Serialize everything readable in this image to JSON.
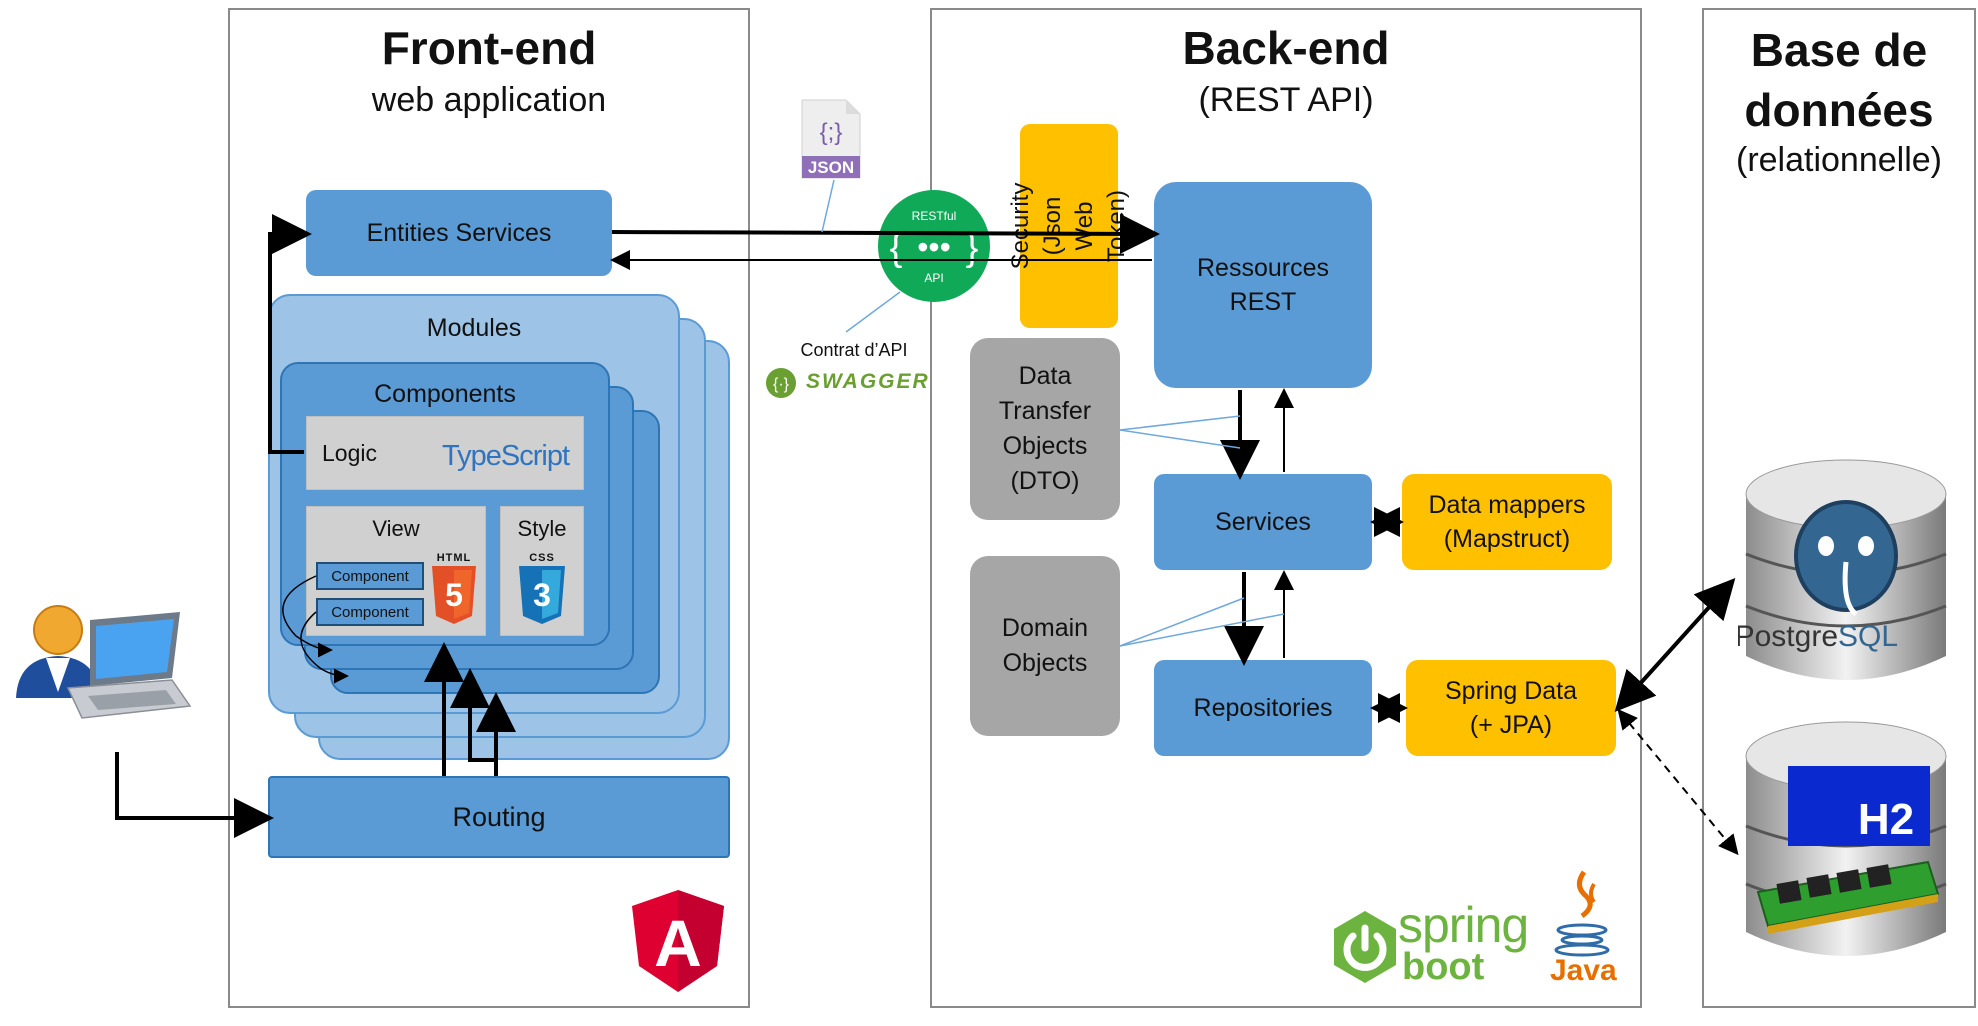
{
  "frontend": {
    "title": "Front-end",
    "subtitle": "web application",
    "entities_services": "Entities Services",
    "modules": "Modules",
    "components": "Components",
    "logic": "Logic",
    "typescript": "TypeScript",
    "view": "View",
    "style": "Style",
    "component_1": "Component",
    "component_2": "Component",
    "html_badge": "HTML",
    "html_number": "5",
    "css_badge": "CSS",
    "css_number": "3",
    "routing": "Routing",
    "angular_letter": "A"
  },
  "middle": {
    "json_glyph": "{;}",
    "json_label": "JSON",
    "restful_top": "RESTful",
    "restful_dots": "•••",
    "restful_bottom": "API",
    "contrat": "Contrat d’API",
    "swagger": "SWAGGER"
  },
  "backend": {
    "title": "Back-end",
    "subtitle": "(REST API)",
    "security": "Security (Json Web Token)",
    "ressources_line1": "Ressources",
    "ressources_line2": "REST",
    "dto_line1": "Data",
    "dto_line2": "Transfer",
    "dto_line3": "Objects",
    "dto_line4": "(DTO)",
    "services": "Services",
    "mappers_line1": "Data mappers",
    "mappers_line2": "(Mapstruct)",
    "domain_line1": "Domain",
    "domain_line2": "Objects",
    "repositories": "Repositories",
    "springdata_line1": "Spring Data",
    "springdata_line2": "(+ JPA)",
    "spring_word": "spring",
    "boot_word": "boot",
    "java_word": "Java"
  },
  "database": {
    "title_line1": "Base de",
    "title_line2": "données",
    "subtitle": "(relationnelle)",
    "postgres_part1": "Postgre",
    "postgres_part2": "SQL",
    "h2_label": "H2"
  },
  "colors": {
    "box_blue": "#5b9bd5",
    "module_blue": "#9dc3e6",
    "gold": "#ffc000",
    "grey": "#a6a6a6",
    "restful_green": "#0fa958",
    "swagger_green": "#6a9f32",
    "angular_red": "#dd0031",
    "spring_green": "#6db33f",
    "java_red": "#e76f00"
  }
}
